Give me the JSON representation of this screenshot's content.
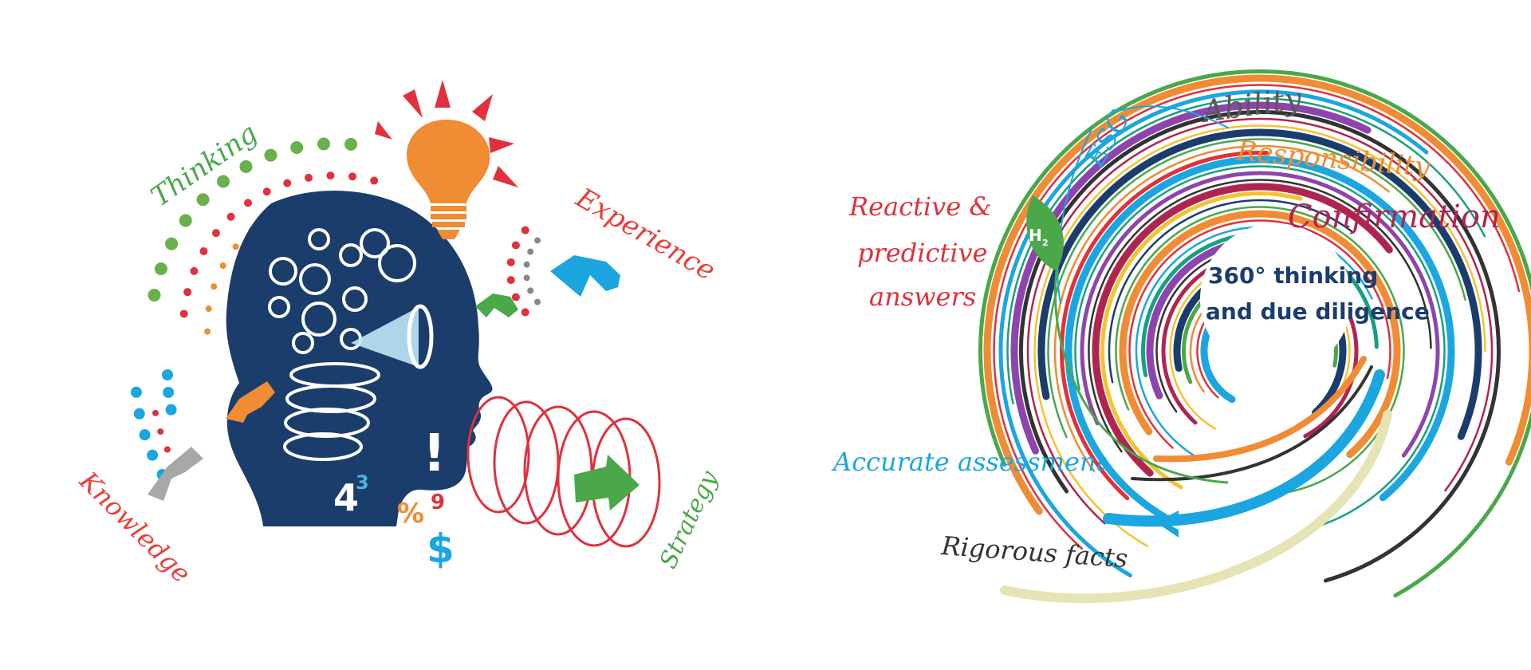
{
  "left_panel": {
    "words": {
      "thinking": "Thinking",
      "experience": "Experience",
      "knowledge": "Knowledge",
      "strategy": "Strategy"
    },
    "symbols": {
      "four": "4",
      "cube": "3",
      "exclaim": "!",
      "percent": "%",
      "nine": "9",
      "dollar": "$"
    },
    "colors": {
      "head": "#1a3d6b",
      "thinking": "#4aa84a",
      "experience": "#e8403a",
      "knowledge": "#e8403a",
      "strategy": "#4aa84a",
      "bulb": "#ef8c34",
      "blue_arrow": "#1ba6e0",
      "green_arrow": "#4aa84a",
      "orange_arrow": "#ef8c34",
      "grey_arrow": "#a8a8a8",
      "spiral": "#e0313c"
    },
    "icons": [
      "head-silhouette-icon",
      "gears-icon",
      "megaphone-icon",
      "lightbulb-icon",
      "spring-coil-icon"
    ]
  },
  "right_panel": {
    "labels": {
      "ability": "Ability",
      "esg": "ESG",
      "responsibility": "Responsibility",
      "confirmation": "Confirmation",
      "reactive_line1": "Reactive &",
      "reactive_line2": "predictive",
      "reactive_line3": "answers",
      "center_line1": "360° thinking",
      "center_line2": "and due diligence",
      "accurate": "Accurate assessment",
      "rigorous": "Rigorous facts",
      "h2": "H",
      "h2_sub": "2"
    },
    "colors": {
      "ability": "#5a5a5a",
      "esg": "#1ba6e0",
      "responsibility": "#ef8c34",
      "confirmation": "#b0254f",
      "reactive": "#e0313c",
      "center": "#1a3d6b",
      "accurate": "#1ba6e0",
      "rigorous": "#333333",
      "leaf": "#4aa84a"
    },
    "icons": [
      "swirl-icon",
      "leaf-icon",
      "chevron-left-icon"
    ]
  }
}
